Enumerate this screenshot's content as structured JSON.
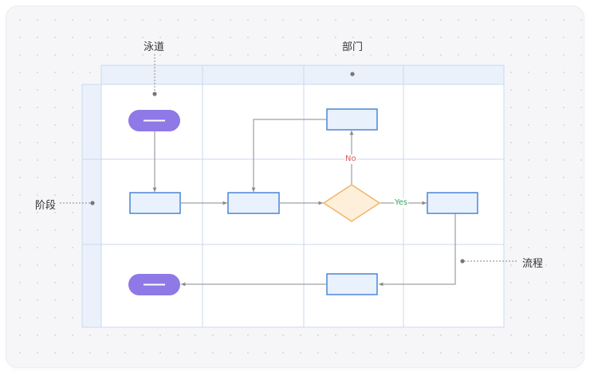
{
  "callouts": {
    "lane": "泳道",
    "department": "部门",
    "phase": "阶段",
    "process": "流程"
  },
  "edge_labels": {
    "no": "No",
    "yes": "Yes"
  },
  "colors": {
    "card_background": "#f6f6f9",
    "grid_line": "#c9d9ee",
    "header_fill": "#eaf1fb",
    "process_fill": "#e9f1fd",
    "process_stroke": "#4a86d6",
    "terminal_fill": "#8e79e6",
    "decision_fill": "#fdefd9",
    "decision_stroke": "#f0b56c",
    "connector": "#8a8a8a",
    "no_label": "#e05a5a",
    "yes_label": "#3aa55a",
    "callout_dot": "#777777"
  }
}
